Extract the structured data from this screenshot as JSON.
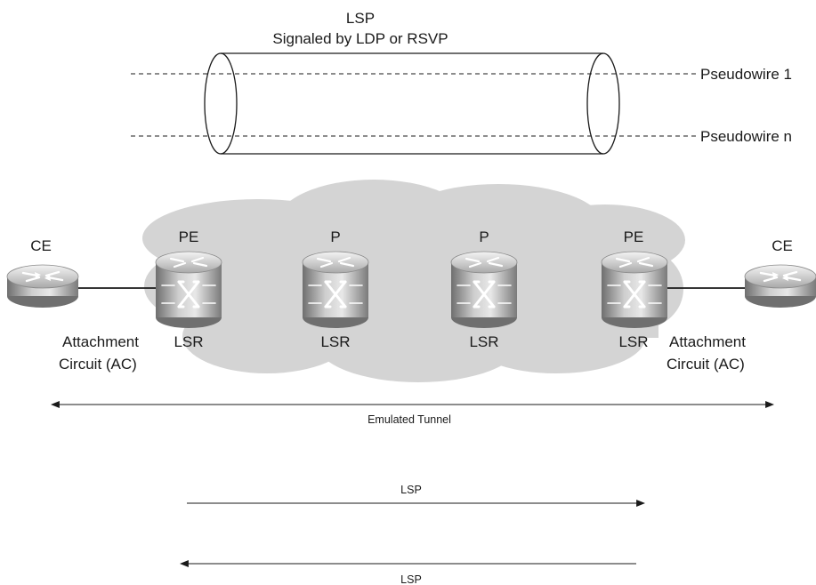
{
  "lsp_tunnel": {
    "title": "LSP",
    "subtitle": "Signaled by LDP or RSVP"
  },
  "pseudowires": [
    {
      "label": "Pseudowire 1"
    },
    {
      "label": "Pseudowire n"
    }
  ],
  "devices": [
    {
      "role": "CE",
      "kind": "router",
      "lsr": ""
    },
    {
      "role": "PE",
      "kind": "switch-router",
      "lsr": "LSR"
    },
    {
      "role": "P",
      "kind": "switch-router",
      "lsr": "LSR"
    },
    {
      "role": "P",
      "kind": "switch-router",
      "lsr": "LSR"
    },
    {
      "role": "PE",
      "kind": "switch-router",
      "lsr": "LSR"
    },
    {
      "role": "CE",
      "kind": "router",
      "lsr": ""
    }
  ],
  "attachment_circuits": [
    {
      "line1": "Attachment",
      "line2": "Circuit (AC)"
    },
    {
      "line1": "Attachment",
      "line2": "Circuit (AC)"
    }
  ],
  "emulated_tunnel": {
    "label": "Emulated Tunnel"
  },
  "lsp_arrows": [
    {
      "label": "LSP",
      "direction": "right"
    },
    {
      "label": "LSP",
      "direction": "left"
    }
  ],
  "colors": {
    "cloud": "#d4d4d4",
    "device_dark": "#7d7d7d",
    "device_light": "#e6e6e6",
    "line": "#1a1a1a"
  },
  "icons": [
    "router-icon",
    "label-switch-router-icon",
    "cloud-shape"
  ]
}
